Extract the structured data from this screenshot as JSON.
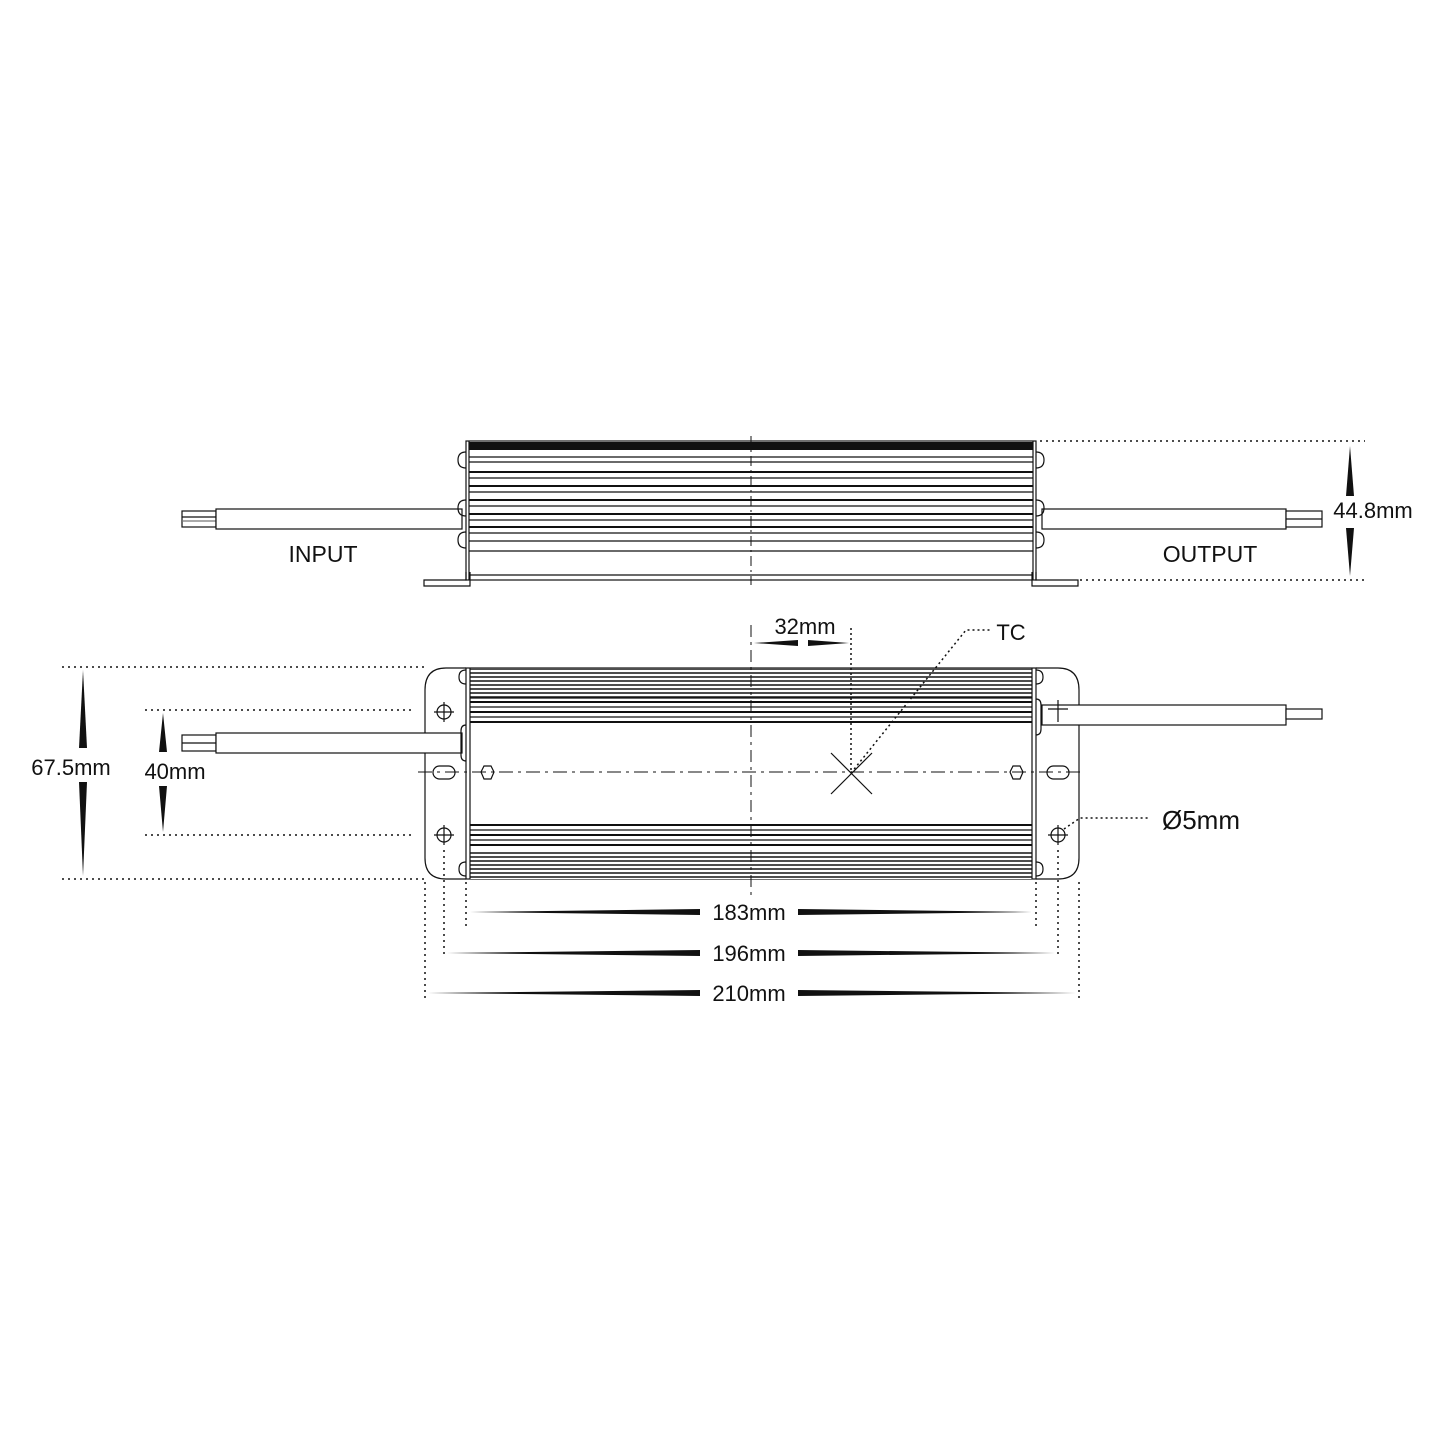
{
  "drawing": {
    "title": "LED driver dimension drawing",
    "side_view": {
      "input_label": "INPUT",
      "output_label": "OUTPUT",
      "height_dim": "44.8mm"
    },
    "top_view": {
      "overall_width_dim": "67.5mm",
      "hole_spacing_dim": "40mm",
      "tc_offset_dim": "32mm",
      "tc_label": "TC",
      "hole_dia_dim": "Ø5mm",
      "body_length_dim": "183mm",
      "hole_pitch_dim": "196mm",
      "overall_length_dim": "210mm"
    },
    "colors": {
      "line": "#111111",
      "background": "#ffffff"
    }
  }
}
